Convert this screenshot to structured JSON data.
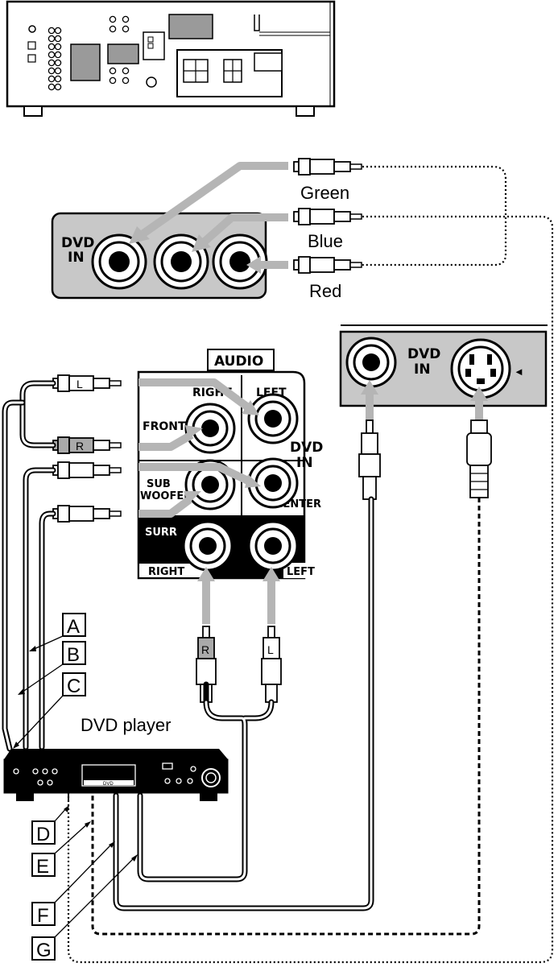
{
  "colors": {
    "panel_gray": "#c8c8c8",
    "arrow_gray": "#b5b5b5",
    "ink": "#000000",
    "paper": "#ffffff"
  },
  "component_video": {
    "panel_label_line1": "DVD",
    "panel_label_line2": "IN",
    "plugs": [
      {
        "label": "Green"
      },
      {
        "label": "Blue"
      },
      {
        "label": "Red"
      }
    ]
  },
  "audio_panel": {
    "title": "AUDIO",
    "right_label": "RIGHT",
    "left_label": "LEFT",
    "front_label": "FRONT",
    "dvd_in_line1": "DVD",
    "dvd_in_line2": "IN",
    "sub_line1": "SUB",
    "sub_line2": "WOOFER",
    "center_label": "CENTER",
    "surr_label": "SURR",
    "surr_right_label": "RIGHT",
    "surr_left_label": "LEFT",
    "plug_left_letter": "L",
    "plug_right_letter": "R"
  },
  "svideo_panel": {
    "label_line1": "DVD",
    "label_line2": "IN",
    "marker": "◄"
  },
  "player": {
    "caption": "DVD player",
    "display_text": "DVD"
  },
  "cable_letters": [
    "A",
    "B",
    "C",
    "D",
    "E",
    "F",
    "G"
  ]
}
